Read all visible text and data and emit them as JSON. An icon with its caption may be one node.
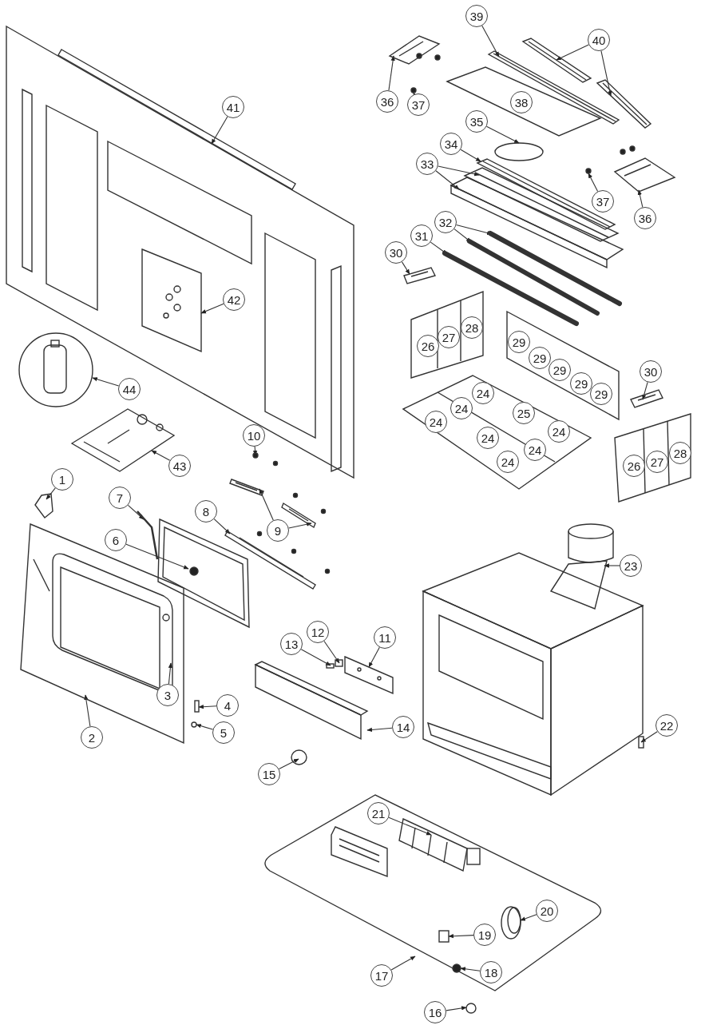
{
  "diagram": {
    "nodes": [
      {
        "text": [
          "1"
        ]
      },
      {
        "text": [
          "2"
        ]
      },
      {
        "text": [
          "3"
        ],
        "in": 61
      },
      {
        "text": [
          "4"
        ]
      },
      {
        "text": [
          "5"
        ]
      },
      {
        "text": [
          "6"
        ]
      },
      {
        "text": [
          "7"
        ]
      },
      {
        "text": [
          "8"
        ]
      },
      {
        "text": [
          "9"
        ]
      },
      {
        "text": [
          "10"
        ]
      },
      {
        "text": [
          "11"
        ]
      },
      {
        "text": [
          "12"
        ]
      },
      {
        "text": [
          "13"
        ]
      },
      {
        "text": [
          "14"
        ]
      },
      {
        "text": [
          "15"
        ]
      },
      {
        "text": [
          "16"
        ]
      },
      {
        "text": [
          "17"
        ]
      },
      {
        "text": [
          "18"
        ],
        "in": 77
      },
      {
        "text": [
          "19"
        ],
        "in": 77
      },
      {
        "text": [
          "20"
        ],
        "in": 77
      },
      {
        "text": [
          "21"
        ],
        "in": 77
      },
      {
        "text": [
          "22"
        ]
      },
      {
        "text": [
          "23"
        ]
      },
      {
        "text": [
          "24"
        ]
      },
      {
        "text": [
          "24"
        ]
      },
      {
        "text": [
          "24"
        ]
      },
      {
        "text": [
          "24"
        ]
      },
      {
        "text": [
          "24"
        ]
      },
      {
        "text": [
          "24"
        ]
      },
      {
        "text": [
          "24"
        ]
      },
      {
        "text": [
          "25"
        ]
      },
      {
        "text": [
          "26"
        ]
      },
      {
        "text": [
          "27"
        ]
      },
      {
        "text": [
          "28"
        ]
      },
      {
        "text": [
          "26"
        ]
      },
      {
        "text": [
          "27"
        ]
      },
      {
        "text": [
          "28"
        ]
      },
      {
        "text": [
          "29"
        ]
      },
      {
        "text": [
          "29"
        ]
      },
      {
        "text": [
          "29"
        ]
      },
      {
        "text": [
          "29"
        ]
      },
      {
        "text": [
          "29"
        ]
      },
      {
        "text": [
          "30"
        ]
      },
      {
        "text": [
          "30"
        ]
      },
      {
        "text": [
          "31"
        ]
      },
      {
        "text": [
          "32"
        ]
      },
      {
        "text": [
          "33"
        ]
      },
      {
        "text": [
          "34"
        ]
      },
      {
        "text": [
          "35"
        ]
      },
      {
        "text": [
          "36"
        ]
      },
      {
        "text": [
          "36"
        ]
      },
      {
        "text": [
          "37"
        ]
      },
      {
        "text": [
          "37"
        ]
      },
      {
        "text": [
          "38"
        ]
      },
      {
        "text": [
          "39"
        ]
      },
      {
        "text": [
          "40"
        ]
      },
      {
        "text": [
          "41"
        ]
      },
      {
        "text": [
          "42"
        ],
        "in": 100
      },
      {
        "text": [
          "43"
        ]
      },
      {
        "text": [
          "44"
        ]
      },
      {
        "text": [],
        "shape": "picture"
      },
      {
        "text": [],
        "shape": "picture"
      },
      {
        "text": [],
        "shape": "picture",
        "in": 61
      },
      {
        "text": [],
        "shape": "box"
      },
      {
        "text": [],
        "shape": "circle"
      },
      {
        "text": [],
        "shape": "picture"
      },
      {
        "text": [],
        "shape": "picture"
      },
      {
        "text": [],
        "shape": "picture"
      },
      {
        "text": [],
        "shape": "picture"
      },
      {
        "text": [],
        "shape": "picture"
      },
      {
        "text": [],
        "shape": "circle"
      },
      {
        "text": [],
        "shape": "picture"
      },
      {
        "text": [],
        "shape": "box"
      },
      {
        "text": [],
        "shape": "box"
      },
      {
        "text": [],
        "shape": "picture"
      },
      {
        "text": [],
        "shape": "circle"
      },
      {
        "text": [],
        "shape": "circle"
      },
      {
        "text": [],
        "shape": "picture"
      },
      {
        "text": [],
        "shape": "circle",
        "in": 77
      },
      {
        "text": [],
        "shape": "box",
        "in": 77
      },
      {
        "text": [],
        "shape": "picture",
        "in": 77
      },
      {
        "text": [],
        "shape": "picture",
        "in": 77
      },
      {
        "text": [],
        "shape": "box"
      },
      {
        "text": [],
        "shape": "picture"
      },
      {
        "text": [],
        "shape": "picture"
      },
      {
        "text": [],
        "shape": "picture"
      },
      {
        "text": [],
        "shape": "picture"
      },
      {
        "text": [],
        "shape": "picture"
      },
      {
        "text": [],
        "shape": "picture"
      },
      {
        "text": [],
        "shape": "picture"
      },
      {
        "text": [],
        "shape": "picture"
      },
      {
        "text": [],
        "shape": "picture"
      },
      {
        "text": [],
        "shape": "circle"
      },
      {
        "text": [],
        "shape": "picture"
      },
      {
        "text": [],
        "shape": "picture"
      },
      {
        "text": [],
        "shape": "circle"
      },
      {
        "text": [],
        "shape": "circle"
      },
      {
        "text": [],
        "shape": "picture"
      },
      {
        "text": [],
        "shape": "picture"
      },
      {
        "text": [],
        "shape": "picture"
      },
      {
        "text": [],
        "shape": "picture"
      },
      {
        "text": [],
        "shape": "picture",
        "in": 100
      },
      {
        "text": [],
        "shape": "picture"
      },
      {
        "text": [],
        "shape": "picture"
      }
    ],
    "edges": [
      {
        "from": 0,
        "to": 60,
        "arrow": "to"
      },
      {
        "from": 1,
        "to": 61,
        "arrow": "to"
      },
      {
        "from": 2,
        "to": 62,
        "arrow": "to"
      },
      {
        "from": 3,
        "to": 63,
        "arrow": "to"
      },
      {
        "from": 4,
        "to": 64,
        "arrow": "to"
      },
      {
        "from": 5,
        "to": 65,
        "arrow": "to"
      },
      {
        "from": 6,
        "to": 66,
        "arrow": "to"
      },
      {
        "from": 7,
        "to": 67,
        "arrow": "to"
      },
      {
        "from": 8,
        "to": 68,
        "arrow": "to"
      },
      {
        "from": 8,
        "to": 69,
        "arrow": "to"
      },
      {
        "from": 9,
        "to": 70,
        "arrow": "to"
      },
      {
        "from": 10,
        "to": 71,
        "arrow": "to"
      },
      {
        "from": 11,
        "to": 72,
        "arrow": "to"
      },
      {
        "from": 12,
        "to": 73,
        "arrow": "to"
      },
      {
        "from": 13,
        "to": 74,
        "arrow": "to"
      },
      {
        "from": 14,
        "to": 75,
        "arrow": "to"
      },
      {
        "from": 15,
        "to": 76,
        "arrow": "to"
      },
      {
        "from": 16,
        "to": 77,
        "arrow": "to"
      },
      {
        "from": 17,
        "to": 78,
        "arrow": "to"
      },
      {
        "from": 18,
        "to": 79,
        "arrow": "to"
      },
      {
        "from": 19,
        "to": 80,
        "arrow": "to"
      },
      {
        "from": 20,
        "to": 81,
        "arrow": "to"
      },
      {
        "from": 21,
        "to": 82,
        "arrow": "to"
      },
      {
        "from": 22,
        "to": 83,
        "arrow": "to"
      },
      {
        "from": 42,
        "to": 84,
        "arrow": "to"
      },
      {
        "from": 43,
        "to": 85,
        "arrow": "to"
      },
      {
        "from": 44,
        "to": 86,
        "arrow": "to"
      },
      {
        "from": 45,
        "to": 87,
        "arrow": "to"
      },
      {
        "from": 45,
        "to": 88,
        "arrow": "to"
      },
      {
        "from": 46,
        "to": 89,
        "arrow": "to"
      },
      {
        "from": 46,
        "to": 90,
        "arrow": "to"
      },
      {
        "from": 47,
        "to": 91,
        "arrow": "to"
      },
      {
        "from": 48,
        "to": 92,
        "arrow": "to"
      },
      {
        "from": 49,
        "to": 93,
        "arrow": "to"
      },
      {
        "from": 50,
        "to": 94,
        "arrow": "to"
      },
      {
        "from": 51,
        "to": 95,
        "arrow": "to"
      },
      {
        "from": 52,
        "to": 96,
        "arrow": "to"
      },
      {
        "from": 54,
        "to": 97,
        "arrow": "to"
      },
      {
        "from": 55,
        "to": 98,
        "arrow": "to"
      },
      {
        "from": 55,
        "to": 99,
        "arrow": "to"
      },
      {
        "from": 56,
        "to": 100,
        "arrow": "to"
      },
      {
        "from": 57,
        "to": 101,
        "arrow": "to"
      },
      {
        "from": 58,
        "to": 102,
        "arrow": "to"
      },
      {
        "from": 59,
        "to": 103,
        "arrow": "to"
      }
    ]
  }
}
